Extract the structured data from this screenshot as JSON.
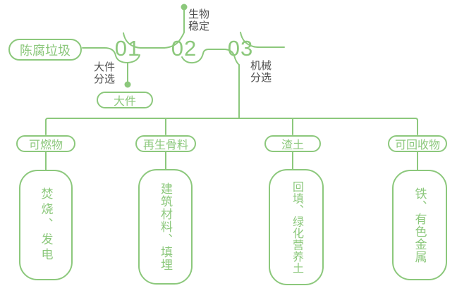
{
  "colors": {
    "line_green": "#8cc87c",
    "label_gray": "#4f4f4f",
    "background": "#ffffff"
  },
  "source": {
    "label": "陈腐垃圾"
  },
  "steps": [
    {
      "number": "01",
      "label": "大件分选",
      "output": "大件"
    },
    {
      "number": "02",
      "label": "生物稳定"
    },
    {
      "number": "03",
      "label": "机械分选"
    }
  ],
  "branches": [
    {
      "category": "可燃物",
      "result": "焚烧、发电"
    },
    {
      "category": "再生骨料",
      "result": "建筑材料、填埋"
    },
    {
      "category": "渣土",
      "result": "回填、绿化营养土"
    },
    {
      "category": "可回收物",
      "result": "铁、有色金属"
    }
  ]
}
